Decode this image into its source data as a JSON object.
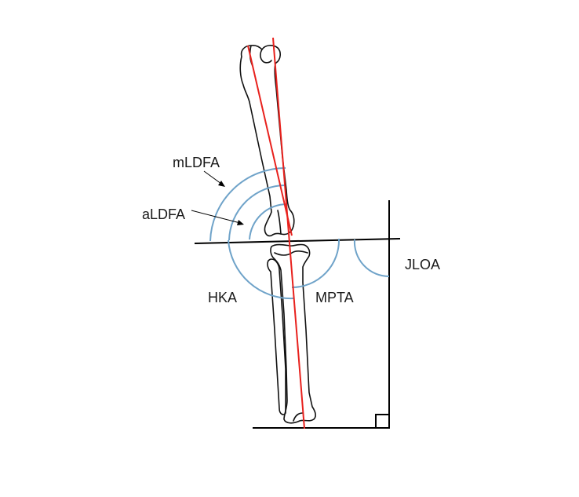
{
  "labels": {
    "mldfa": "mLDFA",
    "aldfa": "aLDFA",
    "hka": "HKA",
    "mpta": "MPTA",
    "jloa": "JLOA"
  },
  "colors": {
    "axis_line": "#e8211d",
    "angle_arc": "#6fa3c9",
    "bone_outline": "#111111",
    "reference_line": "#000000"
  }
}
